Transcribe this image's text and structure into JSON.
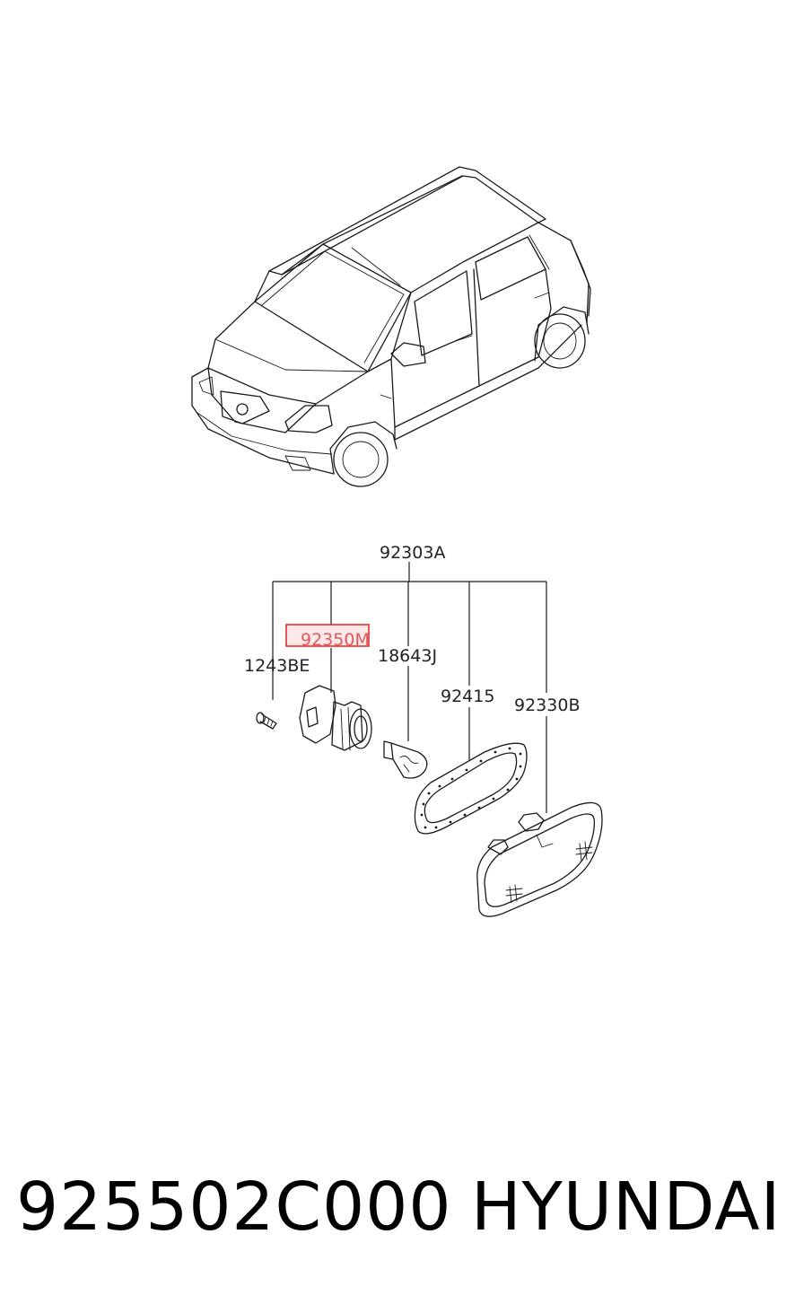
{
  "callouts": {
    "assembly": "92303A",
    "screw": "1243BE",
    "socket": "92350M",
    "bulb": "18643J",
    "gasket": "92415",
    "lens": "92330B"
  },
  "highlighted_callout": "socket",
  "highlight_color": "#e02020",
  "footer": {
    "part_number": "925502C000",
    "brand": "HYUNDAI"
  }
}
